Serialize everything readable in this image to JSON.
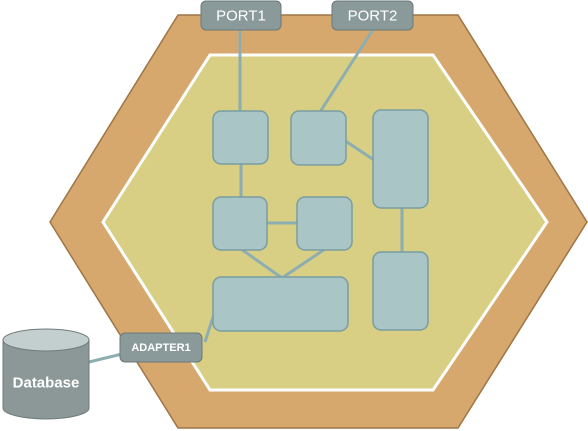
{
  "diagram": {
    "ports": [
      {
        "label": "PORT1"
      },
      {
        "label": "PORT2"
      }
    ],
    "adapter": {
      "label": "ADAPTER1"
    },
    "database": {
      "label": "Database"
    }
  },
  "colors": {
    "outer_hexagon": "#d7a86e",
    "outer_hexagon_stroke": "#9e7546",
    "inner_hexagon": "#d8cf85",
    "inner_hexagon_stroke": "#ffffff",
    "component_fill": "#a9c5c5",
    "component_stroke": "#7a9da1",
    "connector": "#8daeb1",
    "label_box_fill": "#8a9a9a",
    "label_box_stroke": "#6a7878",
    "database_fill": "#8c9898"
  }
}
